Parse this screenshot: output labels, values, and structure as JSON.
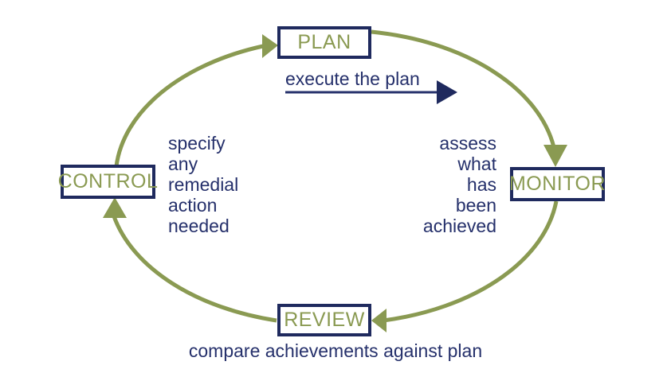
{
  "diagram": {
    "title": "Plan - Monitor - Review - Control management cycle",
    "colors": {
      "cycle_green": "#8a9a52",
      "navy": "#1f2a5e",
      "text_navy": "#25306b",
      "background": "#ffffff"
    },
    "stages": [
      {
        "id": "plan",
        "label": "PLAN"
      },
      {
        "id": "monitor",
        "label": "MONITOR"
      },
      {
        "id": "review",
        "label": "REVIEW"
      },
      {
        "id": "control",
        "label": "CONTROL"
      }
    ],
    "annotations": {
      "execute": "execute the plan",
      "left_block": "specify\nany\nremedial\naction\nneeded",
      "right_block": "assess\nwhat\nhas\nbeen\nachieved",
      "bottom_caption": "compare achievements against plan"
    },
    "arrows": [
      {
        "id": "to-plan",
        "direction": "right",
        "color": "#8a9a52"
      },
      {
        "id": "to-monitor",
        "direction": "down",
        "color": "#8a9a52"
      },
      {
        "id": "to-review",
        "direction": "left",
        "color": "#8a9a52"
      },
      {
        "id": "to-control",
        "direction": "up",
        "color": "#8a9a52"
      },
      {
        "id": "execute-the-plan",
        "direction": "right",
        "color": "#1f2a5e"
      }
    ]
  }
}
